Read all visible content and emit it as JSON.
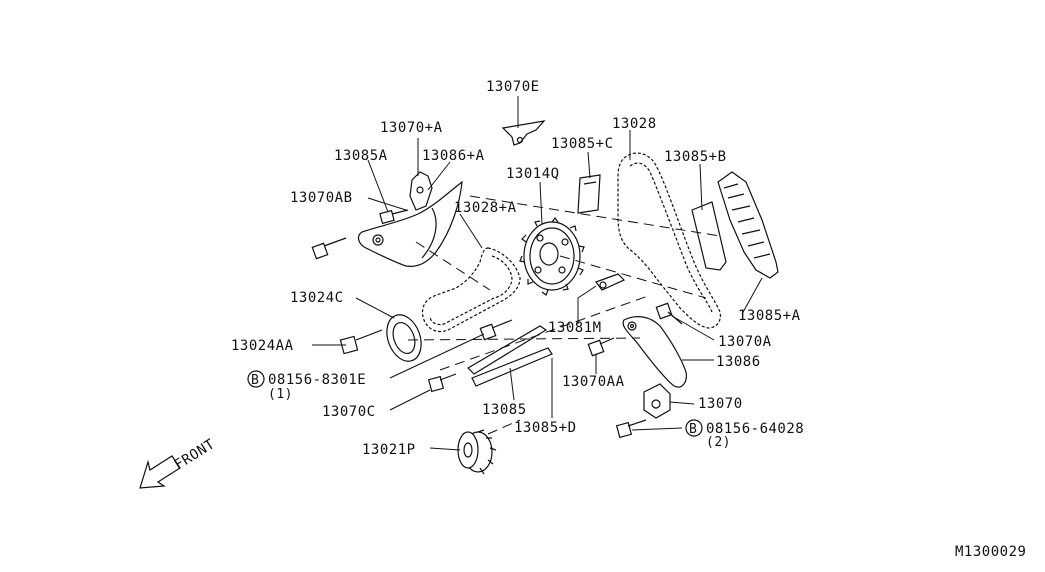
{
  "labels": {
    "p13070E": "13070E",
    "p13070A_plus": "13070+A",
    "p13085A": "13085A",
    "p13086A_plus": "13086+A",
    "p13070AB": "13070AB",
    "p13028A_plus": "13028+A",
    "p13014Q": "13014Q",
    "p13085C_plus": "13085+C",
    "p13028": "13028",
    "p13085B_plus": "13085+B",
    "p13085A_plus": "13085+A",
    "p13024C": "13024C",
    "p13024AA": "13024AA",
    "p13081M": "13081M",
    "p13070A": "13070A",
    "p13086": "13086",
    "p08156_8301E": "08156-8301E",
    "qty1": "(1)",
    "p13070C": "13070C",
    "p13085": "13085",
    "p13070AA": "13070AA",
    "p13085D_plus": "13085+D",
    "p13070": "13070",
    "p08156_64028": "08156-64028",
    "qty2": "(2)",
    "p13021P": "13021P",
    "front": "FRONT",
    "bolt_marker": "B",
    "diagram_id": "M1300029"
  }
}
